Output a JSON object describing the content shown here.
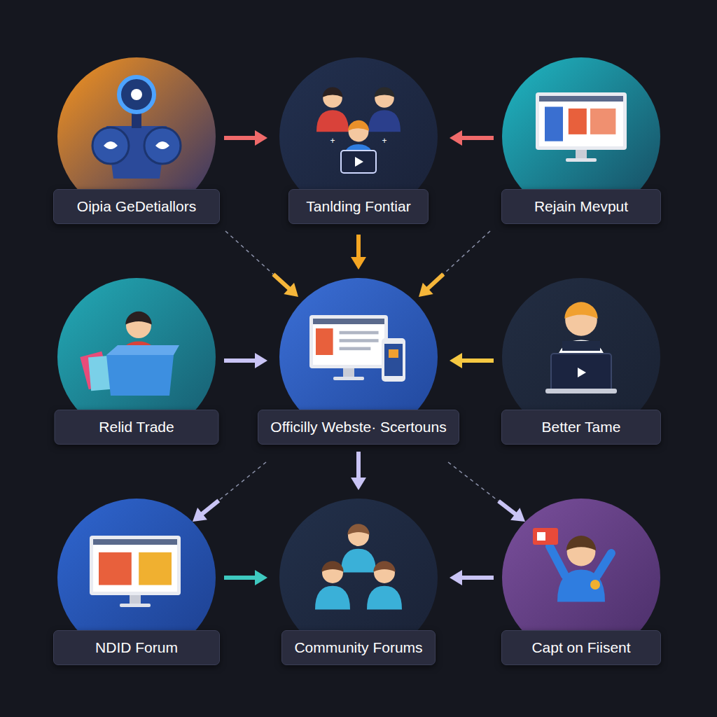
{
  "diagram": {
    "nodes": [
      {
        "text": [
          "Oipia GeDetiallors"
        ]
      },
      {
        "text": [
          "Tanlding Fontiar"
        ]
      },
      {
        "text": [
          "Rejain Mevput"
        ]
      },
      {
        "text": [
          "Relid Trade"
        ]
      },
      {
        "text": [
          "Officilly Webste· Scertouns"
        ]
      },
      {
        "text": [
          "Better Tame"
        ]
      },
      {
        "text": [
          "NDID Forum"
        ]
      },
      {
        "text": [
          "Community Forums"
        ]
      },
      {
        "text": [
          "Capt on Fiisent"
        ]
      }
    ],
    "edges": [
      {
        "from": 0,
        "to": 1,
        "arrow": "to"
      },
      {
        "from": 2,
        "to": 1,
        "arrow": "to"
      },
      {
        "from": 1,
        "to": 4,
        "arrow": "to"
      },
      {
        "from": 0,
        "to": 4,
        "arrow": "to"
      },
      {
        "from": 2,
        "to": 4,
        "arrow": "to"
      },
      {
        "from": 3,
        "to": 4,
        "arrow": "to"
      },
      {
        "from": 5,
        "to": 4,
        "arrow": "to"
      },
      {
        "from": 4,
        "to": 6,
        "arrow": "to"
      },
      {
        "from": 4,
        "to": 7,
        "arrow": "to"
      },
      {
        "from": 4,
        "to": 8,
        "arrow": "to"
      },
      {
        "from": 6,
        "to": 7,
        "arrow": "to"
      },
      {
        "from": 8,
        "to": 7,
        "arrow": "to"
      }
    ]
  }
}
